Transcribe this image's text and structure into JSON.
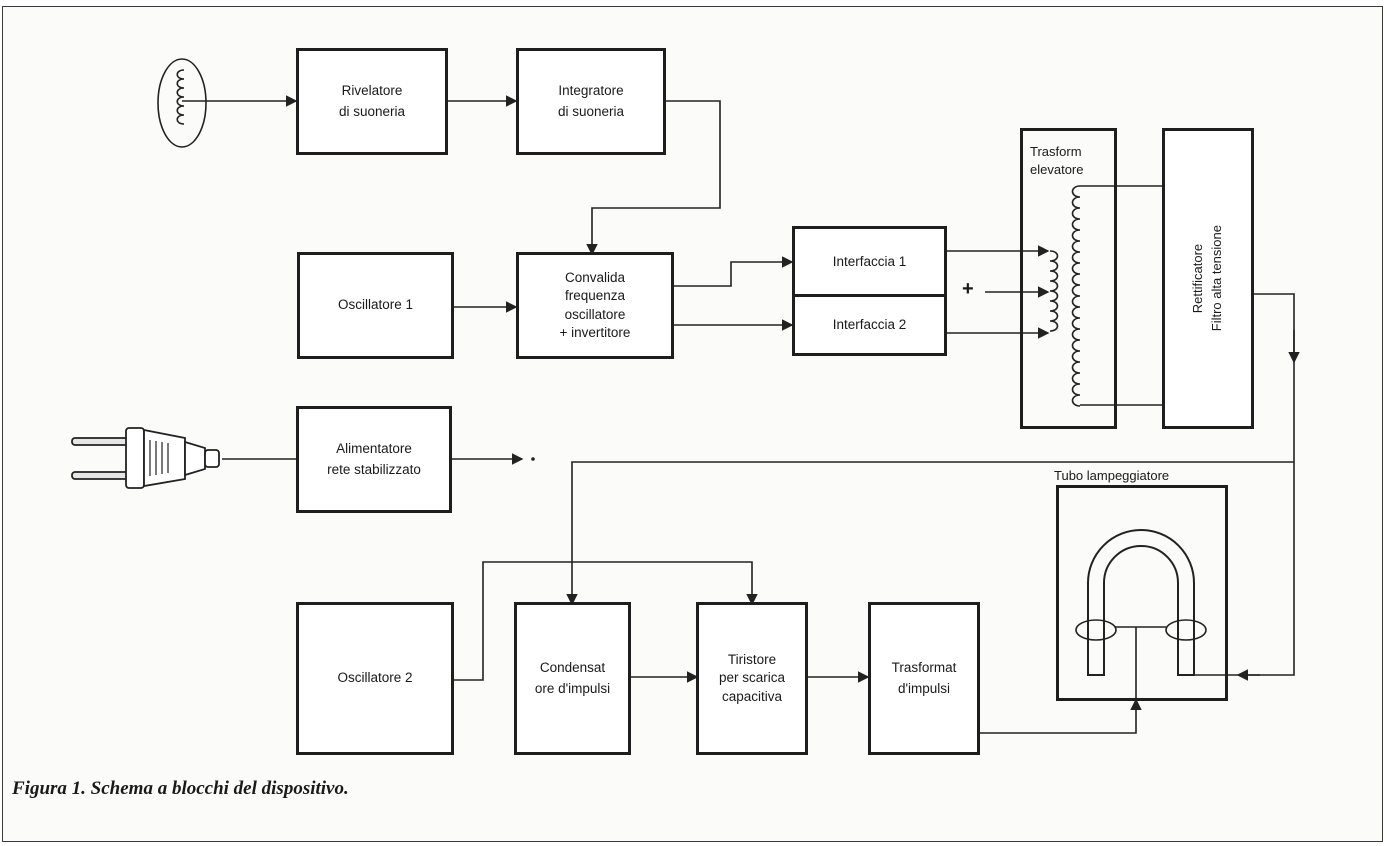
{
  "blocks": {
    "rivelatore": "Rivelatore\ndi suoneria",
    "integratore": "Integratore\ndi suoneria",
    "oscillatore1": "Oscillatore 1",
    "convalida": "Convalida\nfrequenza\noscillatore\n+ invertitore",
    "interfaccia1": "Interfaccia 1",
    "interfaccia2": "Interfaccia 2",
    "trasformatore_elevatore": "Trasform\nelevatore",
    "raddrizzatore": "Rettificatore\nFiltro alta tensione",
    "alimentatore": "Alimentatore\nrete stabilizzato",
    "tubo": "Tubo lampeggiatore",
    "oscillatore2": "Oscillatore 2",
    "condensatore": "Condensat\nore d'impulsi",
    "tiristore": "Tiristore\nper scarica\ncapacitiva",
    "trasformatore_impulsi": "Trasformat\nd'impulsi"
  },
  "symbols": {
    "plus_sign": "+",
    "ring_pickup": "telephone-ring-pickup-coil-icon",
    "mains_plug": "mains-plug-icon",
    "step_up_transformer": "transformer-coil-icon",
    "flash_tube": "flash-tube-icon"
  },
  "caption": "Figura 1. Schema a blocchi del dispositivo."
}
